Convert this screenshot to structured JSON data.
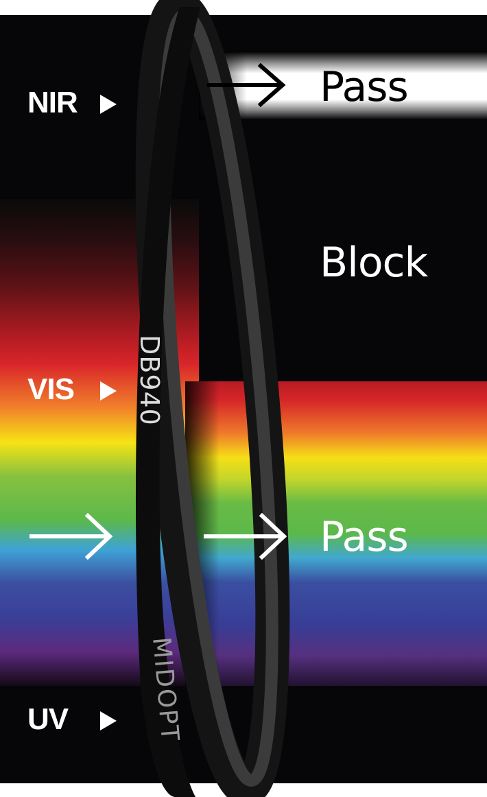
{
  "bands": {
    "nir": "NIR",
    "vis": "VIS",
    "uv": "UV"
  },
  "results": {
    "nir": "Pass",
    "vis_blocked": "Block",
    "vis_pass": "Pass"
  },
  "filter": {
    "model": "DB940",
    "brand": "MIDOPT"
  },
  "colors": {
    "background": "#000000",
    "pass_beam": "#ffffff",
    "filter_ring": "#3b3b3b",
    "label_text": "#ffffff"
  }
}
